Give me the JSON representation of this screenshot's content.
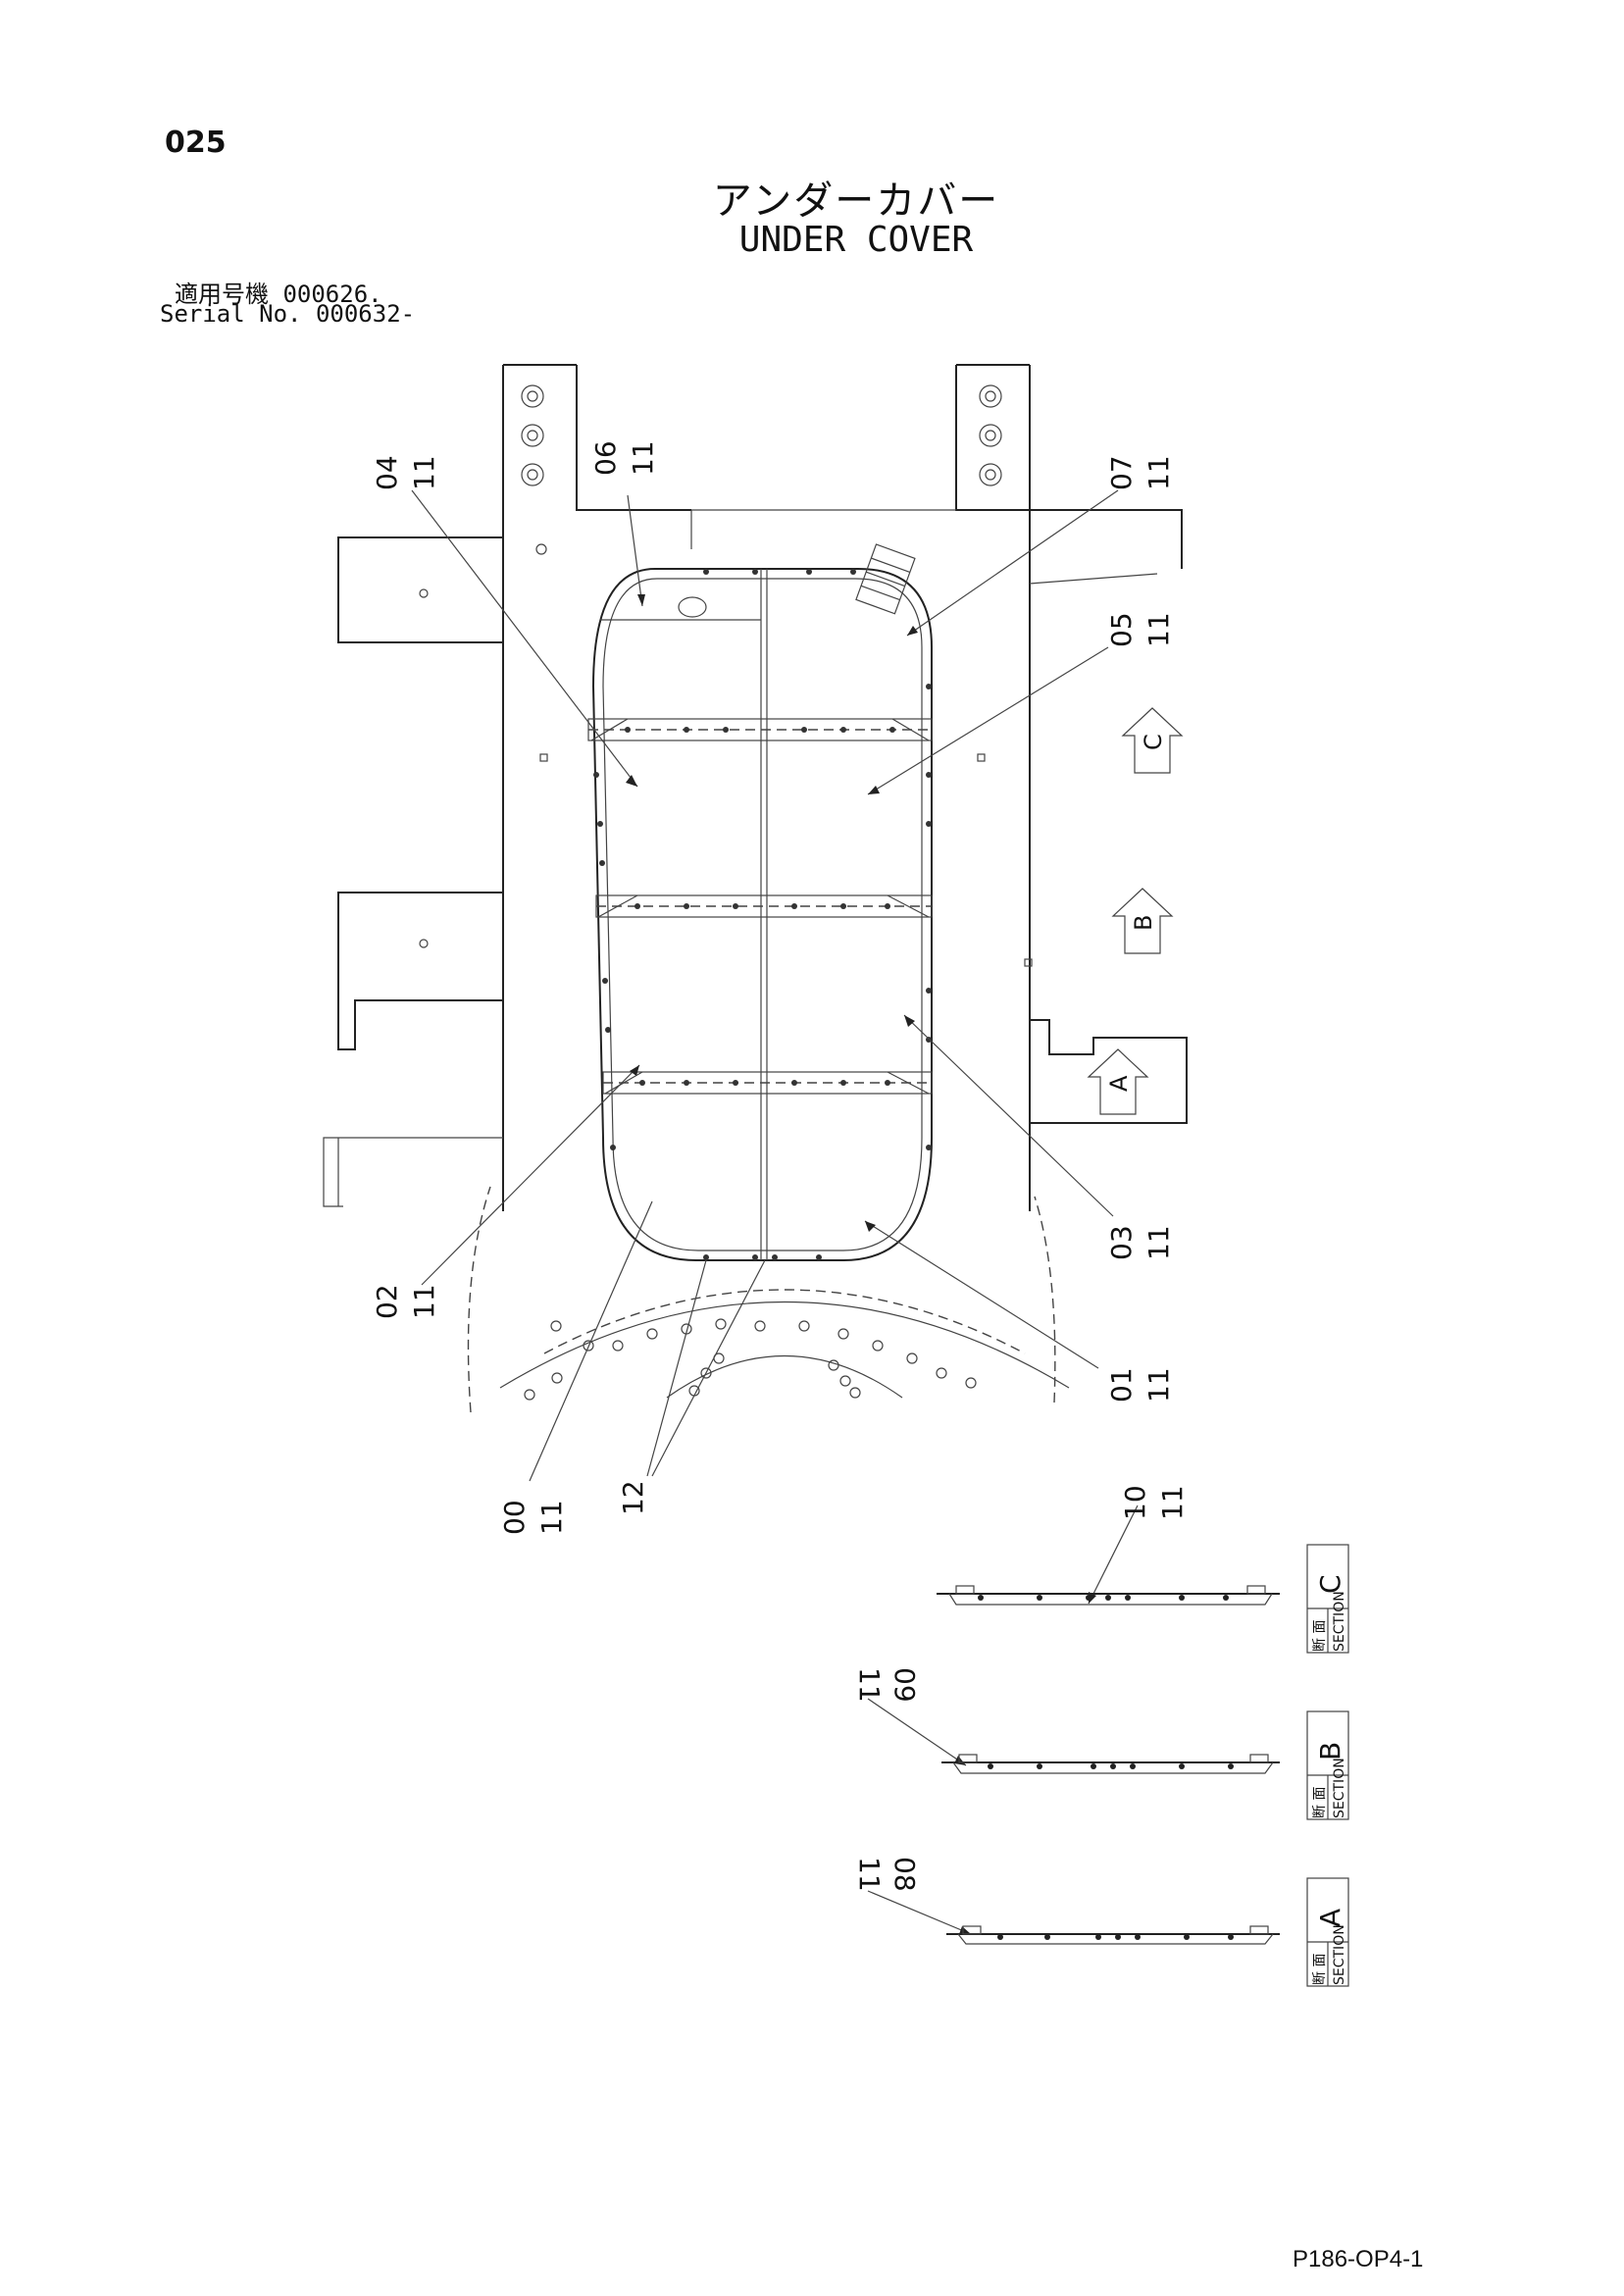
{
  "page_number": "025",
  "title_jp": "アンダーカバー",
  "title_en": "UNDER COVER",
  "serial": {
    "label_jp": "適用号機",
    "label_en": "Serial No.",
    "value_1": "000626.",
    "value_2": "000632-"
  },
  "callouts": [
    {
      "ref": "04",
      "qty": "11"
    },
    {
      "ref": "06",
      "qty": "11"
    },
    {
      "ref": "07",
      "qty": "11"
    },
    {
      "ref": "05",
      "qty": "11"
    },
    {
      "ref": "03",
      "qty": "11"
    },
    {
      "ref": "02",
      "qty": "11"
    },
    {
      "ref": "01",
      "qty": "11"
    },
    {
      "ref": "00",
      "qty": "11"
    },
    {
      "ref": "12",
      "qty": ""
    },
    {
      "ref": "10",
      "qty": "11"
    },
    {
      "ref": "09",
      "qty": "11"
    },
    {
      "ref": "08",
      "qty": "11"
    }
  ],
  "view_markers": [
    "C",
    "B",
    "A"
  ],
  "sections": [
    {
      "letter": "C",
      "word": "SECTION",
      "jp": "断 面"
    },
    {
      "letter": "B",
      "word": "SECTION",
      "jp": "断 面"
    },
    {
      "letter": "A",
      "word": "SECTION",
      "jp": "断 面"
    }
  ],
  "footer_code": "P186-OP4-1"
}
